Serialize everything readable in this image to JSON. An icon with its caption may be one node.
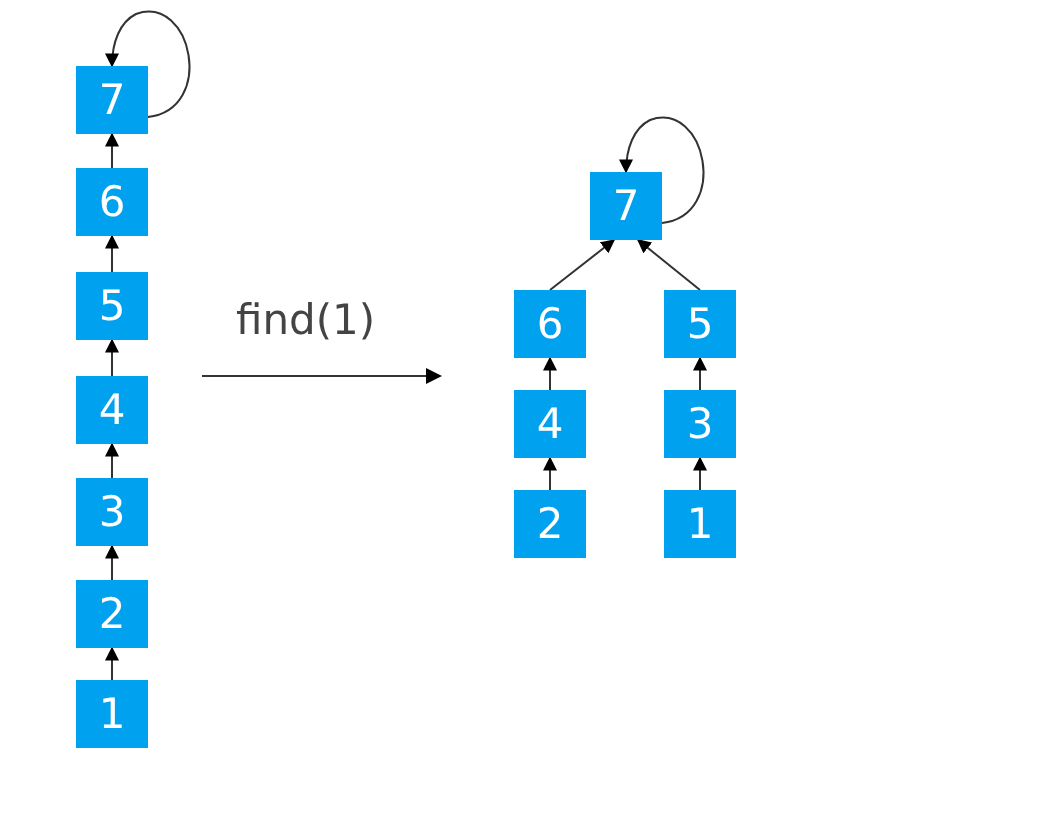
{
  "diagram": {
    "nodes": [
      {
        "text": [
          "7"
        ]
      },
      {
        "text": [
          "6"
        ]
      },
      {
        "text": [
          "5"
        ]
      },
      {
        "text": [
          "4"
        ]
      },
      {
        "text": [
          "3"
        ]
      },
      {
        "text": [
          "2"
        ]
      },
      {
        "text": [
          "1"
        ]
      },
      {
        "text": [
          "7"
        ]
      },
      {
        "text": [
          "6"
        ]
      },
      {
        "text": [
          "5"
        ]
      },
      {
        "text": [
          "4"
        ]
      },
      {
        "text": [
          "3"
        ]
      },
      {
        "text": [
          "2"
        ]
      },
      {
        "text": [
          "1"
        ]
      }
    ],
    "edges": [
      {
        "from": 0,
        "to": 0,
        "arrow": "to"
      },
      {
        "from": 1,
        "to": 0,
        "arrow": "to"
      },
      {
        "from": 2,
        "to": 1,
        "arrow": "to"
      },
      {
        "from": 3,
        "to": 2,
        "arrow": "to"
      },
      {
        "from": 4,
        "to": 3,
        "arrow": "to"
      },
      {
        "from": 5,
        "to": 4,
        "arrow": "to"
      },
      {
        "from": 6,
        "to": 5,
        "arrow": "to"
      },
      {
        "from": 7,
        "to": 7,
        "arrow": "to"
      },
      {
        "from": 8,
        "to": 7,
        "arrow": "to"
      },
      {
        "from": 9,
        "to": 7,
        "arrow": "to"
      },
      {
        "from": 10,
        "to": 8,
        "arrow": "to"
      },
      {
        "from": 12,
        "to": 10,
        "arrow": "to"
      },
      {
        "from": 11,
        "to": 9,
        "arrow": "to"
      },
      {
        "from": 13,
        "to": 11,
        "arrow": "to"
      }
    ],
    "labels": [
      "find(1)"
    ]
  }
}
